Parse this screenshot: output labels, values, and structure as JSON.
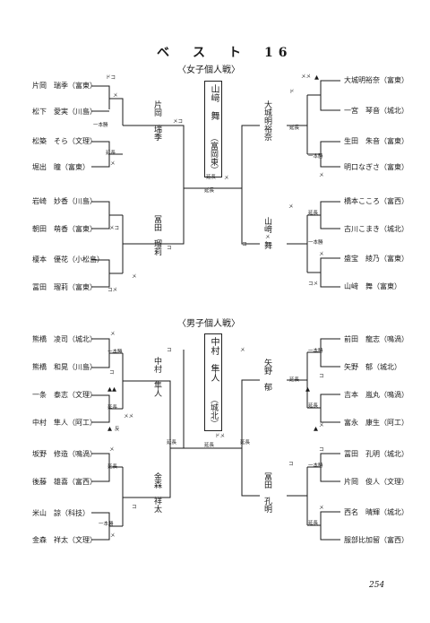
{
  "page_title": "ベ　ス　ト　16",
  "page_number": "254",
  "women": {
    "subtitle": "〈女子個人戦〉",
    "champion": {
      "name": "山﨑　舞",
      "school": "（富岡東）"
    },
    "semis": {
      "l1": "片岡　瑞季",
      "l2": "冨田　瑠莉",
      "r1": "大城明裕奈",
      "r2": "山﨑　舞"
    },
    "left_players": [
      "片岡　瑞季（富東）",
      "松下　愛実（川島）",
      "松築　そら（文理）",
      "堀出　瞳（富東）",
      "岩崎　妙香（川島）",
      "朝田　萌香（富東）",
      "榎本　優花（小松島）",
      "冨田　瑠莉（富東）"
    ],
    "right_players": [
      "大城明裕奈（富東）",
      "一宮　琴音（城北）",
      "生田　朱音（富東）",
      "明口なぎさ（富東）",
      "橋本こころ（富西）",
      "古川こまき（城北）",
      "盛宝　綾乃（富東）",
      "山﨑　舞（富東）"
    ],
    "marks": [
      "ドコ",
      "メ",
      "一本勝",
      "延長",
      "メコ",
      "メ",
      "メ",
      "延長",
      "メコ",
      "メ",
      "コ",
      "コメ",
      "メメ",
      "ド",
      "延長",
      "一本勝",
      "メ",
      "延長",
      "メ",
      "コ",
      "一本勝",
      "メ",
      "コメ",
      "延長",
      "メ"
    ]
  },
  "men": {
    "subtitle": "〈男子個人戦〉",
    "champion": {
      "name": "中村　隼人",
      "school": "（城北）"
    },
    "semis": {
      "l1": "中村　隼人",
      "l2": "金森　祥太",
      "r1": "矢野　郁",
      "r2": "冨田　孔明"
    },
    "left_players": [
      "熊橋　凌司（城北）",
      "熊橋　和晃（川島）",
      "一条　泰志（文理）",
      "中村　隼人（阿工）",
      "坂野　修造（鳴渦）",
      "後藤　雄喜（富西）",
      "米山　諒（科技）",
      "金森　祥太（文理）"
    ],
    "right_players": [
      "前田　龍志（鳴渦）",
      "矢野　郁（城北）",
      "吉本　嵐丸（鳴渦）",
      "富永　康生（阿工）",
      "冨田　孔明（城北）",
      "片岡　俊人（文理）",
      "西名　晴輝（城北）",
      "服部比加留（富西）"
    ],
    "marks": [
      "メ",
      "一本勝",
      "コ",
      "延長",
      "メメ",
      "反",
      "メ",
      "延長",
      "コ",
      "メ",
      "一本勝",
      "コ",
      "メ",
      "一本勝",
      "コ",
      "延長",
      "メ",
      "延長",
      "コ",
      "一本勝",
      "メ",
      "コ",
      "延長",
      "延長",
      "ドメ",
      "延長",
      "延長"
    ]
  }
}
